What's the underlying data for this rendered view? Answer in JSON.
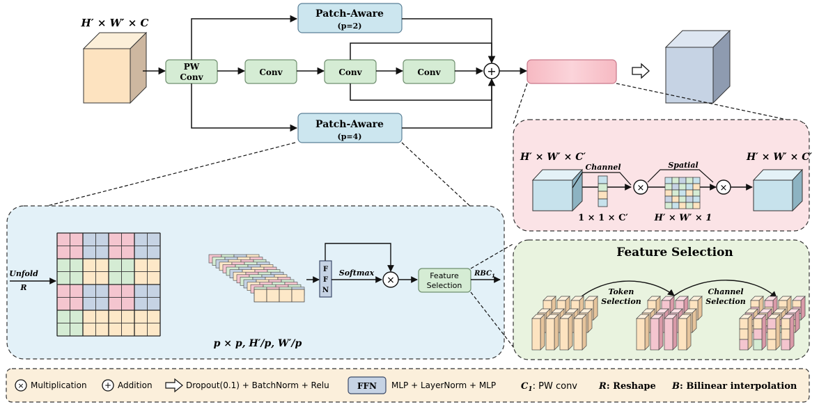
{
  "top": {
    "input_dim": "H′ × W′ × C",
    "pw_conv_line1": "PW",
    "pw_conv_line2": "Conv",
    "conv1": "Conv",
    "conv2": "Conv",
    "conv3": "Conv",
    "patch_top_title": "Patch-Aware",
    "patch_top_param": "(p=2)",
    "patch_bottom_title": "Patch-Aware",
    "patch_bottom_param": "(p=4)",
    "add_symbol": "+"
  },
  "attention_panel": {
    "in_dim": "H′ × W′ × C′",
    "out_dim": "H′ × W′ × C′",
    "channel_label": "Channel",
    "spatial_label": "Spatial",
    "channel_dim": "1 × 1 × C′",
    "spatial_dim": "H′ × W′ × 1",
    "mul_symbol": "×"
  },
  "patch_panel": {
    "unfold": "Unfold",
    "reshape": "R",
    "ffn": [
      "F",
      "F",
      "N"
    ],
    "softmax": "Softmax",
    "mul_symbol": "×",
    "fs_line1": "Feature",
    "fs_line2": "Selection",
    "rbc": "RBC",
    "rbc_sub": "1",
    "shape_caption": "p × p, H′/p, W′/p"
  },
  "feature_selection_panel": {
    "title": "Feature Selection",
    "token_line1": "Token",
    "token_line2": "Selection",
    "channel_line1": "Channel",
    "channel_line2": "Selection"
  },
  "legend": {
    "mul_symbol": "×",
    "multiplication": "Multiplication",
    "add_symbol": "+",
    "addition": "Addition",
    "dropout": "Dropout(0.1) + BatchNorm + Relu",
    "ffn_box": "FFN",
    "ffn_desc": "MLP + LayerNorm + MLP",
    "c1_key": "C",
    "c1_sub": "1",
    "c1_desc": ": PW conv",
    "r_key": "R",
    "r_desc": ": Reshape",
    "b_key": "B",
    "b_desc": ": Bilinear interpolation"
  },
  "colors": {
    "conv_green": "#d5ecd4",
    "patch_blue": "#cce6ef",
    "pink_panel": "#fbe3e6",
    "green_panel": "#e9f3df",
    "blue_panel": "#e3f1f8",
    "legend_bg": "#fbefdb",
    "cube_orange": "#fde8c8",
    "cube_blue": "#c9d6e6"
  }
}
